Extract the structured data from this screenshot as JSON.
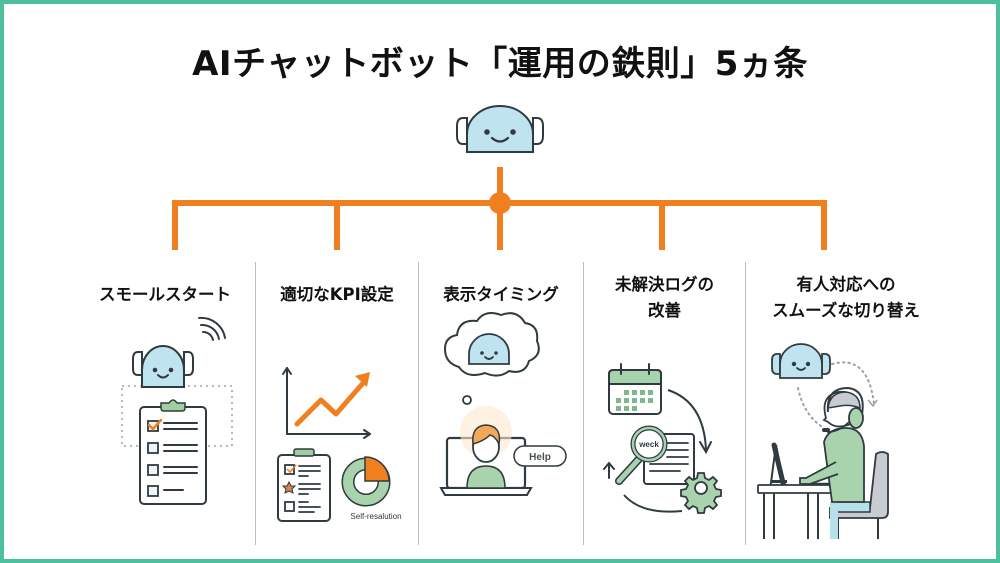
{
  "title": "AIチャットボット「運用の鉄則」5ヵ条",
  "colors": {
    "border": "#4cbf9e",
    "connector": "#f07f1f",
    "robot_face": "#bfe3ef",
    "accent_green": "#9fcf9f",
    "accent_orange": "#f07f1f",
    "outline": "#2f3b40"
  },
  "hub": {
    "icon": "robot-head-icon"
  },
  "columns": [
    {
      "title_lines": [
        "スモールスタート"
      ],
      "icon": "robot-with-checklist-icon"
    },
    {
      "title_lines": [
        "適切なKPI設定"
      ],
      "icon": "growth-chart-icon",
      "caption": "Self-resalution"
    },
    {
      "title_lines": [
        "表示タイミング"
      ],
      "icon": "user-at-laptop-icon",
      "bubble_label": "Help"
    },
    {
      "title_lines": [
        "未解決ログの",
        "改善"
      ],
      "icon": "log-review-cycle-icon",
      "magnifier_label": "weck"
    },
    {
      "title_lines": [
        "有人対応への",
        "スムーズな切り替え"
      ],
      "icon": "operator-handoff-icon"
    }
  ]
}
